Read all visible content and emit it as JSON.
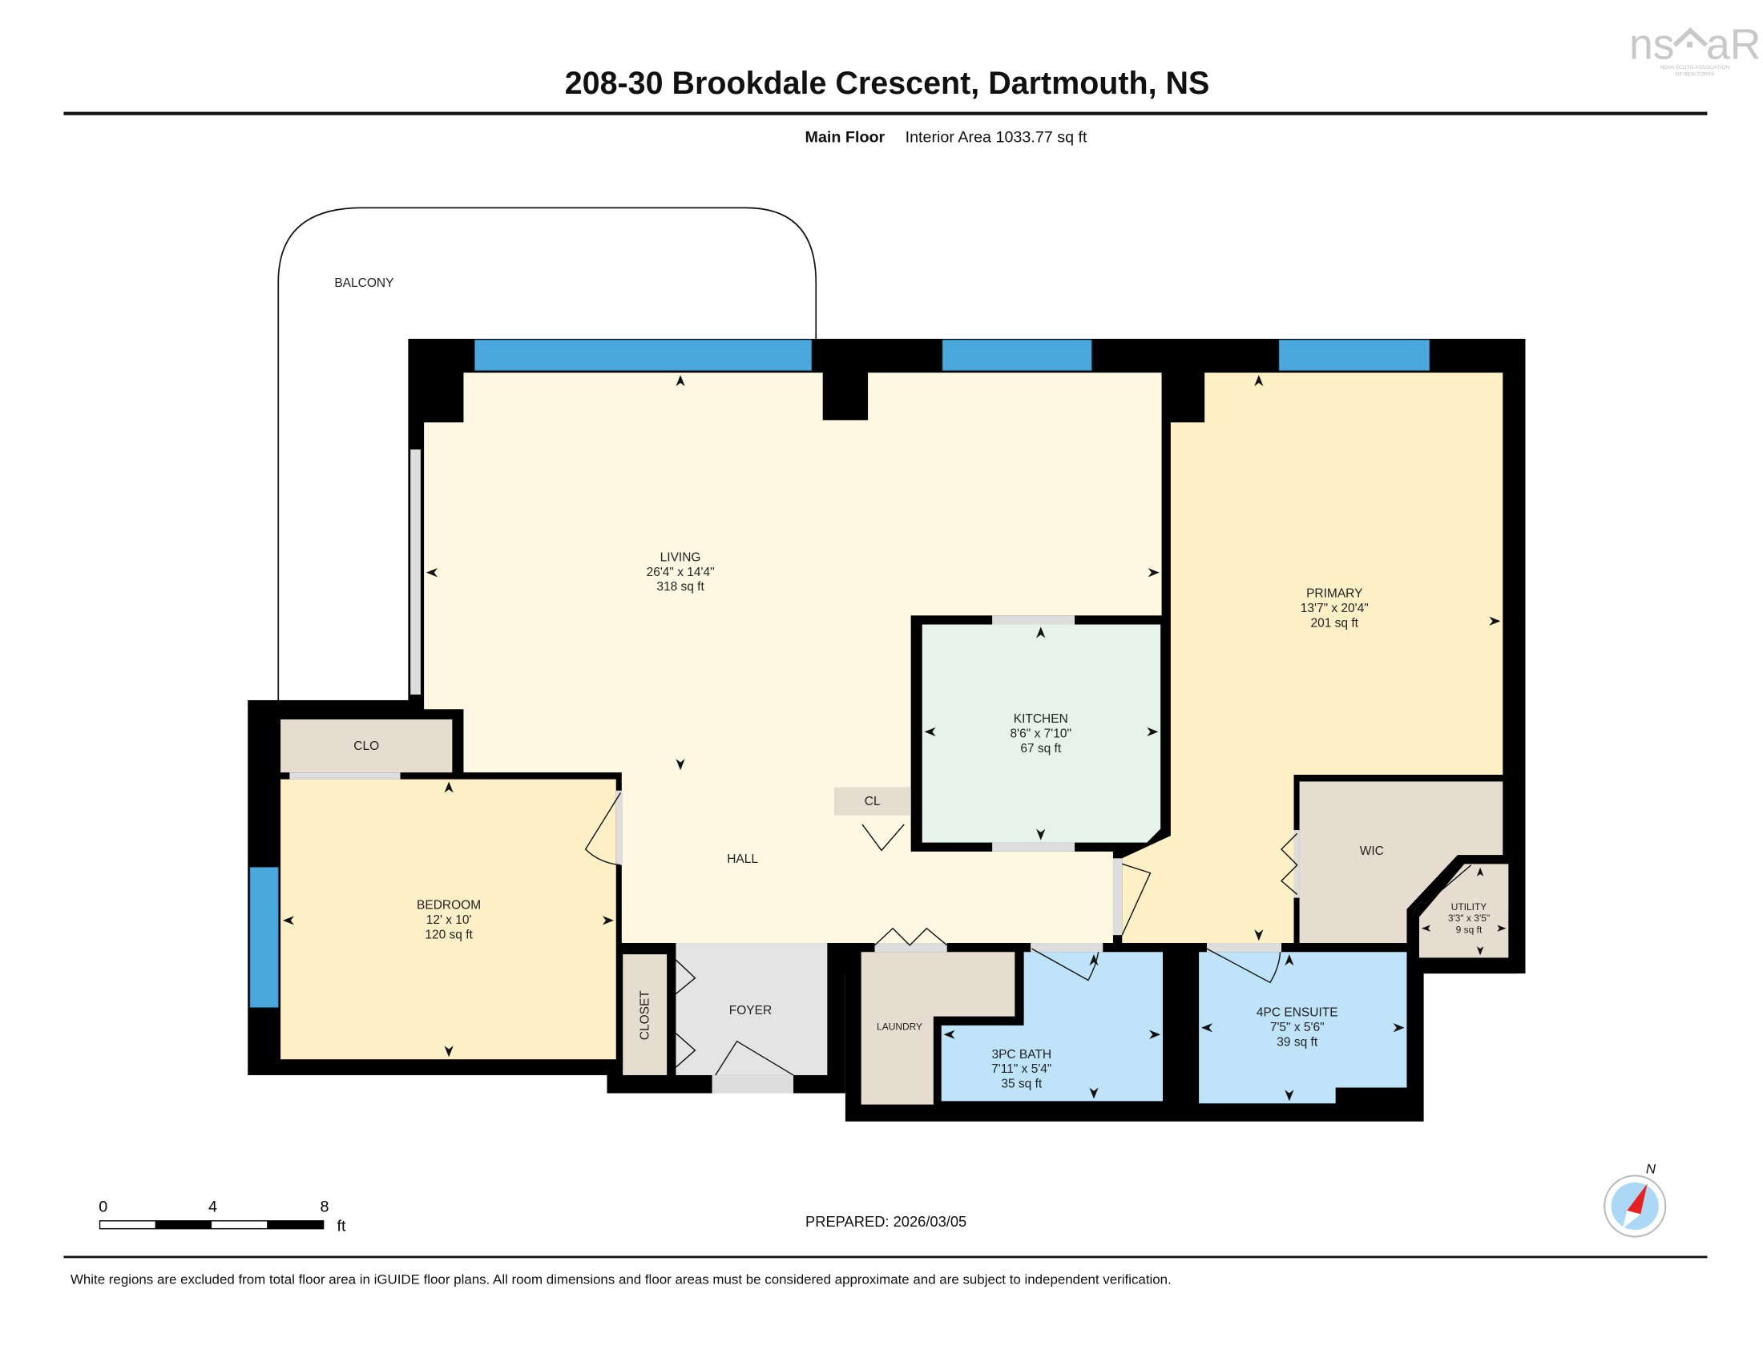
{
  "header": {
    "title": "208-30 Brookdale Crescent, Dartmouth, NS",
    "floor": "Main Floor",
    "interior_area": "Interior Area 1033.77 sq ft"
  },
  "logo": {
    "text": "nsar",
    "subtitle": "NOVA SCOTIA ASSOCIATION OF REALTORS"
  },
  "colors": {
    "wall": "#000000",
    "window": "#4aa8dc",
    "living": "#fef8e3",
    "bedroom": "#fdefc6",
    "kitchen": "#e5f3ea",
    "bath": "#bfe3f9",
    "closet": "#e6ddd0",
    "foyer": "#e4e4e4"
  },
  "rooms": {
    "balcony": {
      "name": "BALCONY"
    },
    "living": {
      "name": "LIVING",
      "dims": "26'4\" x 14'4\"",
      "area": "318 sq ft"
    },
    "primary": {
      "name": "PRIMARY",
      "dims": "13'7\" x 20'4\"",
      "area": "201 sq ft"
    },
    "kitchen": {
      "name": "KITCHEN",
      "dims": "8'6\" x 7'10\"",
      "area": "67 sq ft"
    },
    "clo": {
      "name": "CLO"
    },
    "cl": {
      "name": "CL"
    },
    "hall": {
      "name": "HALL"
    },
    "wic": {
      "name": "WIC"
    },
    "utility": {
      "name": "UTILITY",
      "dims": "3'3\" x 3'5\"",
      "area": "9 sq ft"
    },
    "bedroom": {
      "name": "BEDROOM",
      "dims": "12' x 10'",
      "area": "120 sq ft"
    },
    "closet": {
      "name": "CLOSET"
    },
    "foyer": {
      "name": "FOYER"
    },
    "laundry": {
      "name": "LAUNDRY"
    },
    "bath3pc": {
      "name": "3PC BATH",
      "dims": "7'11\" x 5'4\"",
      "area": "35 sq ft"
    },
    "ensuite": {
      "name": "4PC ENSUITE",
      "dims": "7'5\" x 5'6\"",
      "area": "39 sq ft"
    }
  },
  "scale_bar": {
    "ticks": [
      "0",
      "4",
      "8"
    ],
    "unit": "ft"
  },
  "compass": {
    "label": "N"
  },
  "prepared": "PREPARED: 2026/03/05",
  "footer": {
    "disclaimer": "White regions are excluded from total floor area in iGUIDE floor plans. All room dimensions and floor areas must be considered approximate and are subject to independent verification."
  }
}
